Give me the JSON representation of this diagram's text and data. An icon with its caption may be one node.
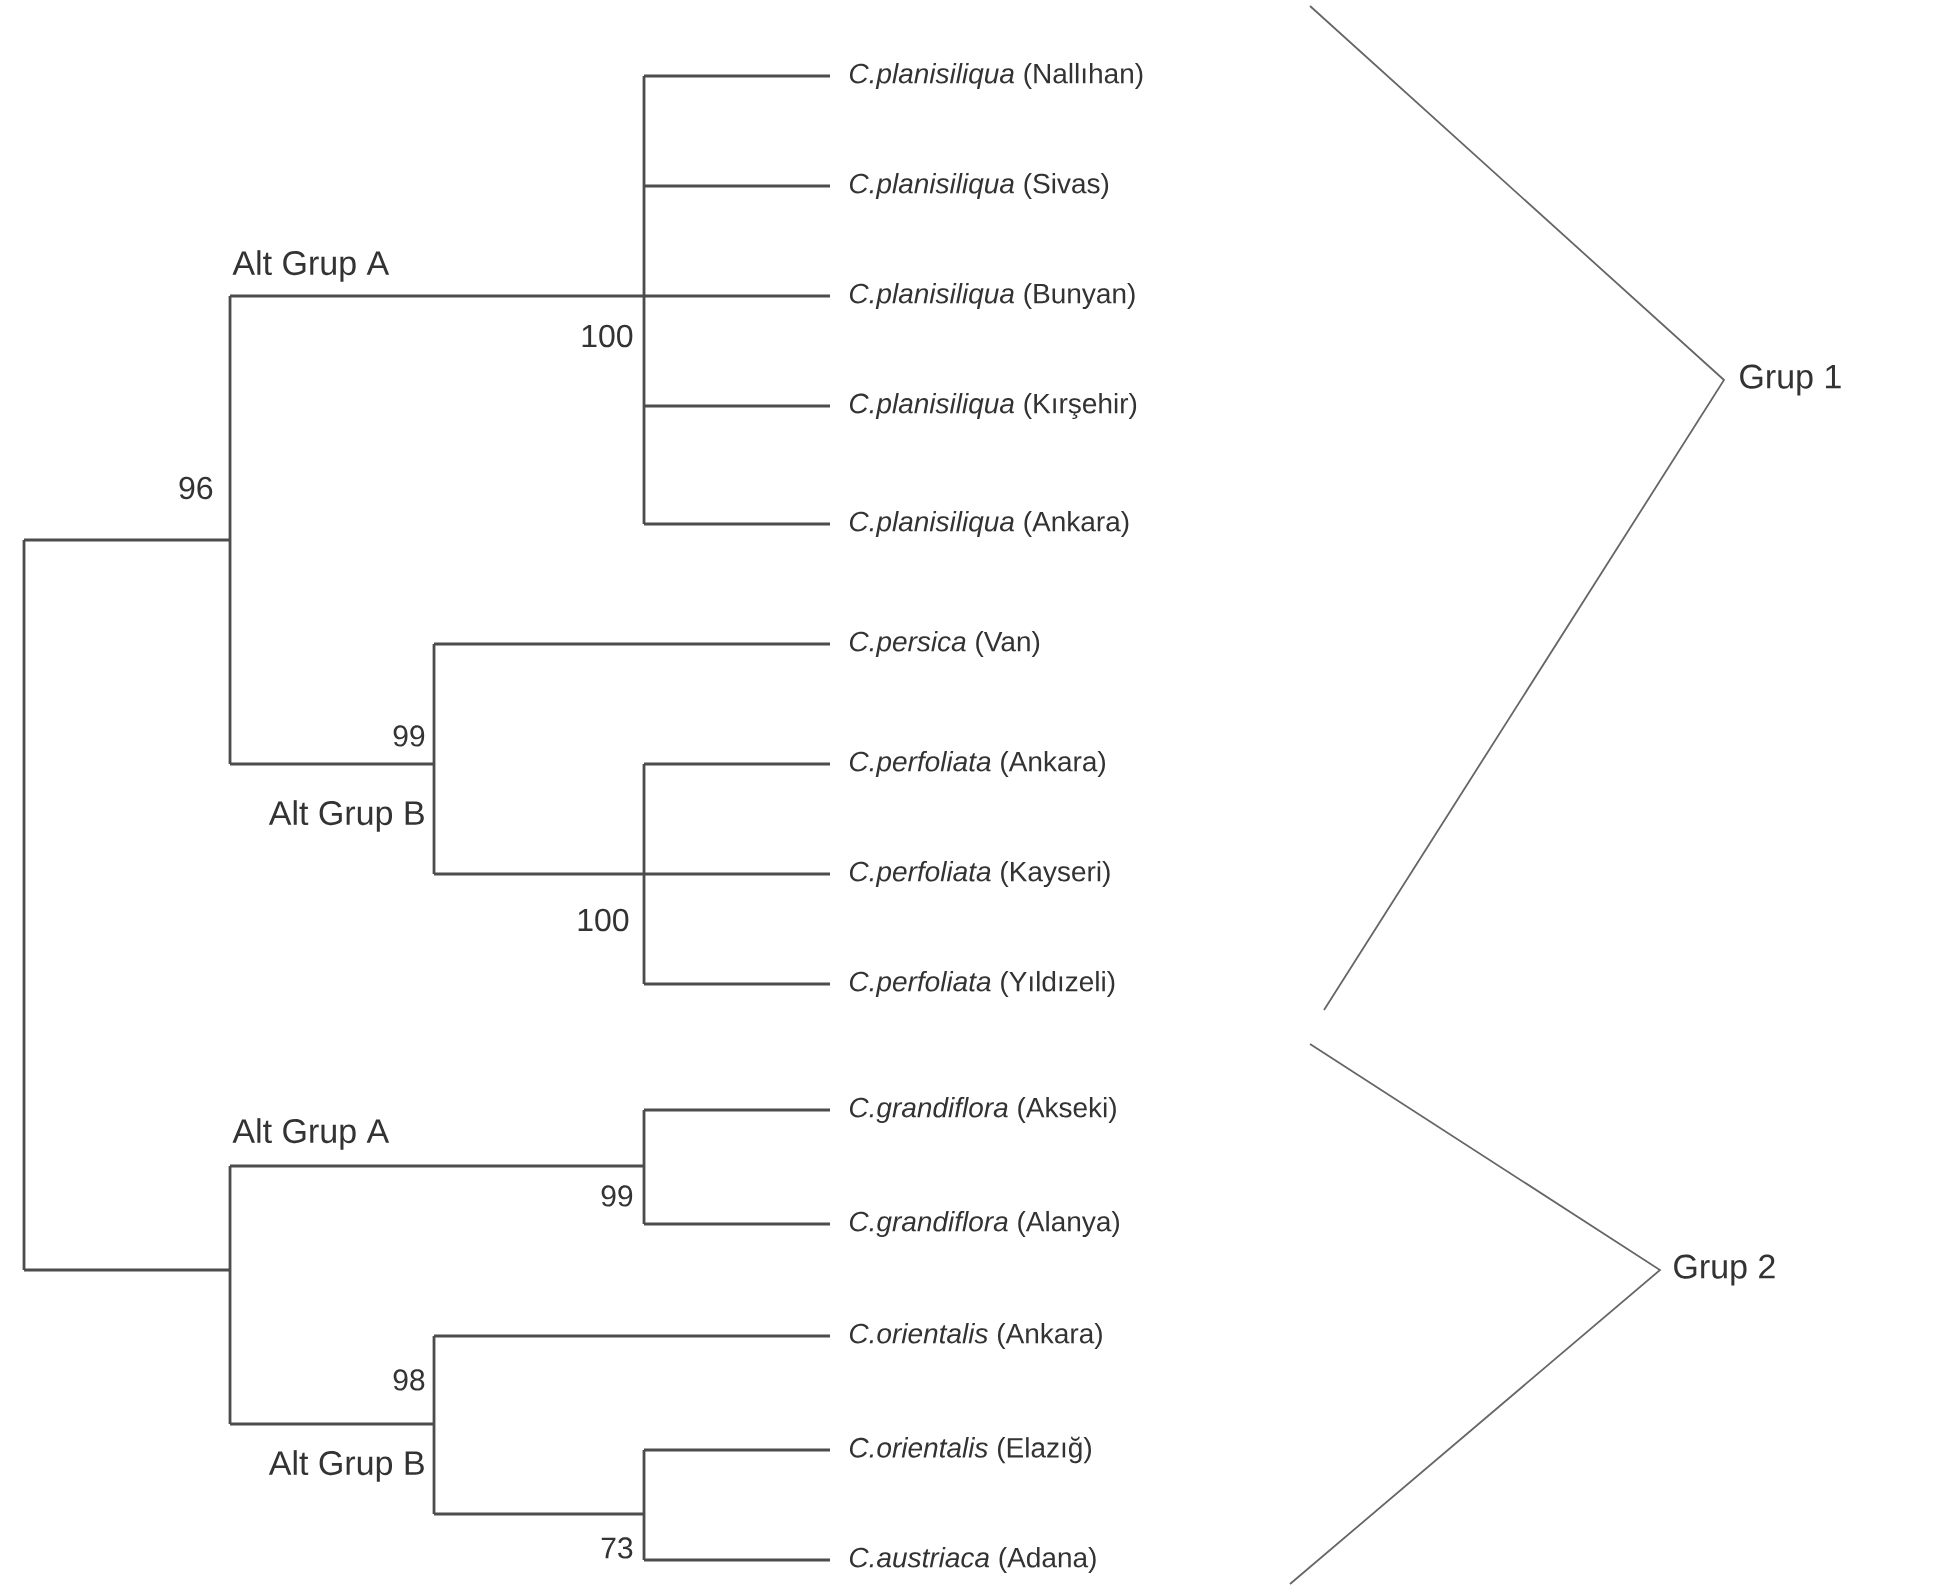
{
  "diagram": {
    "nodes": [
      {
        "text": [
          "*C.planisiliqua* (Nallıhan)"
        ]
      },
      {
        "text": [
          "*C.planisiliqua* (Sivas)"
        ]
      },
      {
        "text": [
          "*C.planisiliqua* (Bunyan)"
        ]
      },
      {
        "text": [
          "*C.planisiliqua* (Kırşehir)"
        ]
      },
      {
        "text": [
          "*C.planisiliqua* (Ankara)"
        ]
      },
      {
        "text": [
          "*C.persica* (Van)"
        ]
      },
      {
        "text": [
          "*C.perfoliata* (Ankara)"
        ]
      },
      {
        "text": [
          "*C.perfoliata* (Kayseri)"
        ]
      },
      {
        "text": [
          "*C.perfoliata* (Yıldızeli)"
        ]
      },
      {
        "text": [
          "*C.grandiflora* (Akseki)"
        ]
      },
      {
        "text": [
          "*C.grandiflora* (Alanya)"
        ]
      },
      {
        "text": [
          "*C.orientalis* (Ankara)"
        ]
      },
      {
        "text": [
          "*C.orientalis* (Elazığ)"
        ]
      },
      {
        "text": [
          "*C.austriaca* (Adana)"
        ]
      }
    ],
    "labels": [
      "Alt Grup A",
      "100",
      "96",
      "99",
      "Alt Grup B",
      "100",
      "Grup 1",
      "Alt Grup A",
      "99",
      "Grup 2",
      "98",
      "Alt Grup B",
      "73"
    ]
  }
}
